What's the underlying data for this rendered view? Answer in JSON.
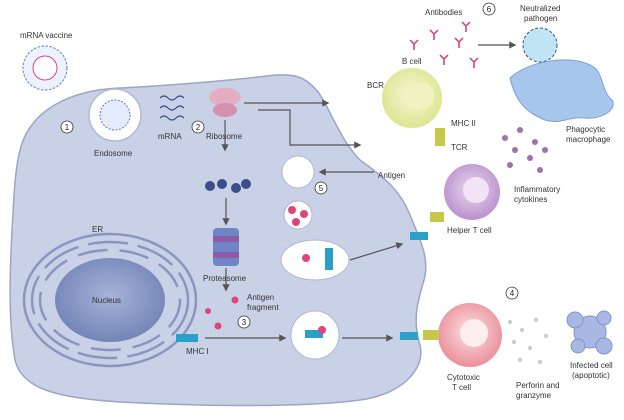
{
  "labels": {
    "mrna_vaccine": "mRNA vaccine",
    "endosome": "Endosome",
    "mrna": "mRNA",
    "ribosome": "Ribosome",
    "er": "ER",
    "nucleus": "Nucleus",
    "proteasome": "Proteasome",
    "antigen_fragment_1": "Antigen",
    "antigen_fragment_2": "fragment",
    "mhc1": "MHC I",
    "bcr": "BCR",
    "b_cell": "B cell",
    "mhc2": "MHC II",
    "tcr": "TCR",
    "antigen": "Antigen",
    "helper_t": "Helper T cell",
    "cytotoxic_1": "Cytotoxic",
    "cytotoxic_2": "T cell",
    "antibodies": "Antibodies",
    "neutralized_1": "Neutralized",
    "neutralized_2": "pathogen",
    "phagocytic_1": "Phagocytic",
    "phagocytic_2": "macrophage",
    "inflammatory_1": "Inflammatory",
    "inflammatory_2": "cytokines",
    "perforin_1": "Perforin and",
    "perforin_2": "granzyme",
    "infected_1": "Infected cell",
    "infected_2": "(apoptotic)"
  },
  "steps": [
    "1",
    "2",
    "3",
    "4",
    "5",
    "6"
  ],
  "colors": {
    "cell_fill": "#c9d1e6",
    "cell_stroke": "#9aa6c4",
    "nucleus": "#7d8ec0",
    "b_cell": "#e6eeaa",
    "helper_t": "#c9a8d8",
    "cytotoxic": "#f0a7b0",
    "antigen": "#3a4f8a",
    "mhc": "#2aa0c8",
    "receptor": "#c7c84a",
    "antibody": "#d23a78",
    "cytokine": "#a070b0",
    "macrophage": "#a6c6ec",
    "dot": "#e0457a"
  }
}
